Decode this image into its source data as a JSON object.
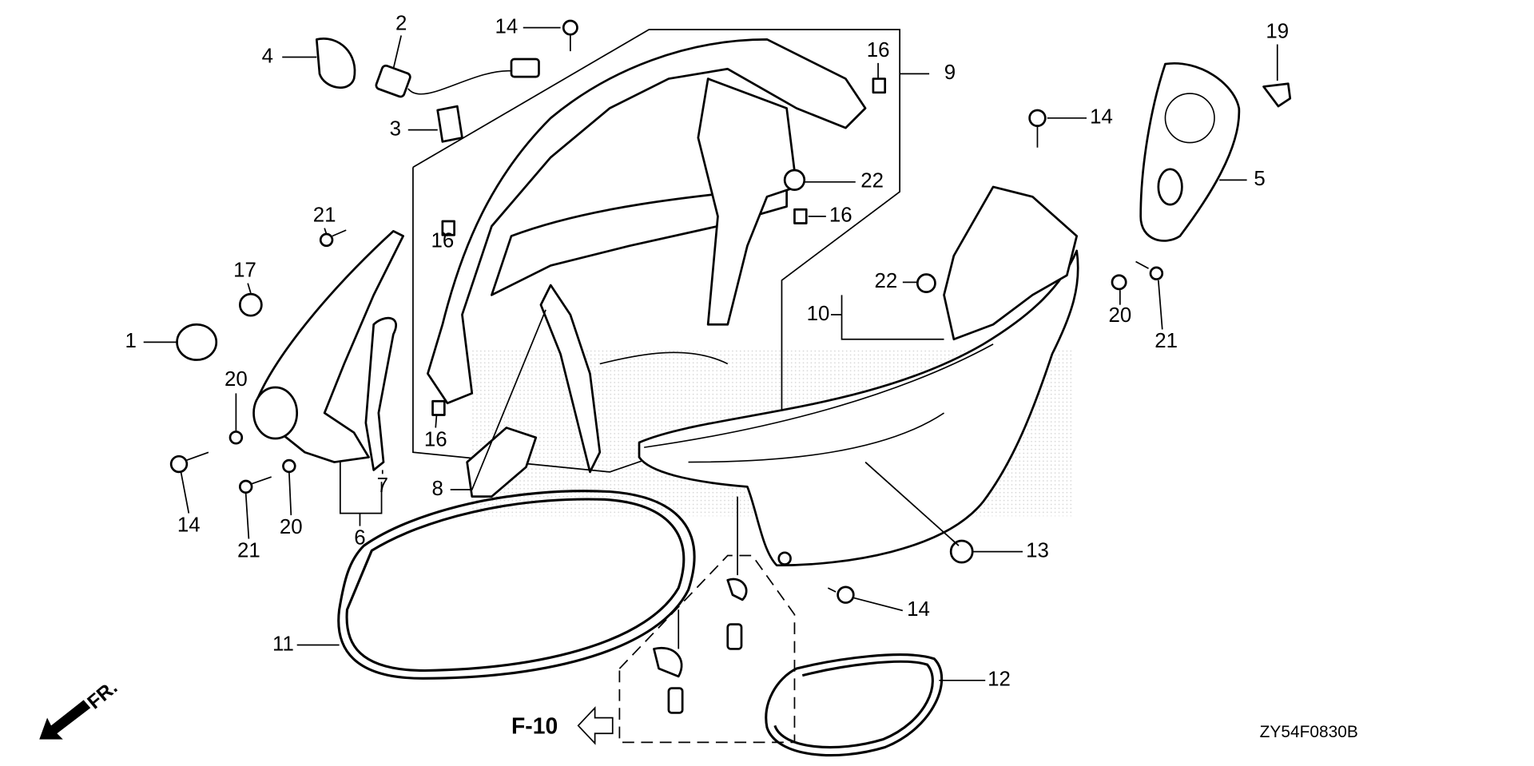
{
  "diagram": {
    "code": "ZY54F0830B",
    "reference": "F-10",
    "front_marker": "FR.",
    "callouts": [
      {
        "id": "c1",
        "label": "1"
      },
      {
        "id": "c2",
        "label": "2"
      },
      {
        "id": "c3",
        "label": "3"
      },
      {
        "id": "c4",
        "label": "4"
      },
      {
        "id": "c5",
        "label": "5"
      },
      {
        "id": "c6",
        "label": "6"
      },
      {
        "id": "c7",
        "label": "7"
      },
      {
        "id": "c8",
        "label": "8"
      },
      {
        "id": "c9",
        "label": "9"
      },
      {
        "id": "c10",
        "label": "10"
      },
      {
        "id": "c11",
        "label": "11"
      },
      {
        "id": "c12",
        "label": "12"
      },
      {
        "id": "c13",
        "label": "13"
      },
      {
        "id": "c14a",
        "label": "14"
      },
      {
        "id": "c14b",
        "label": "14"
      },
      {
        "id": "c14c",
        "label": "14"
      },
      {
        "id": "c14d",
        "label": "14"
      },
      {
        "id": "c16a",
        "label": "16"
      },
      {
        "id": "c16b",
        "label": "16"
      },
      {
        "id": "c16c",
        "label": "16"
      },
      {
        "id": "c16d",
        "label": "16"
      },
      {
        "id": "c17",
        "label": "17"
      },
      {
        "id": "c19",
        "label": "19"
      },
      {
        "id": "c20a",
        "label": "20"
      },
      {
        "id": "c20b",
        "label": "20"
      },
      {
        "id": "c20c",
        "label": "20"
      },
      {
        "id": "c21a",
        "label": "21"
      },
      {
        "id": "c21b",
        "label": "21"
      },
      {
        "id": "c21c",
        "label": "21"
      },
      {
        "id": "c22a",
        "label": "22"
      },
      {
        "id": "c22b",
        "label": "22"
      }
    ]
  }
}
